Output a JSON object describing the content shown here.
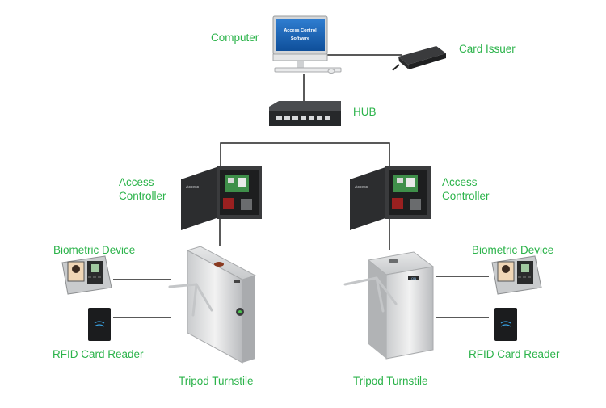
{
  "labels": {
    "computer": "Computer",
    "card_issuer": "Card Issuer",
    "hub": "HUB",
    "access_controller_left_line1": "Access",
    "access_controller_left_line2": "Controller",
    "access_controller_right_line1": "Access",
    "access_controller_right_line2": "Controller",
    "biometric_left": "Biometric Device",
    "biometric_right": "Biometric Device",
    "rfid_left": "RFID Card Reader",
    "rfid_right": "RFID Card Reader",
    "turnstile_left": "Tripod Turnstile",
    "turnstile_right": "Tripod Turnstile"
  },
  "screen": {
    "line1": "Access Control",
    "line2": "Software"
  },
  "controller_panel_text": "Access",
  "turnstile_lcd_text": "ON",
  "colors": {
    "label_green": "#2bb34a",
    "line": "#222222",
    "screen_blue": "#1663b8"
  }
}
